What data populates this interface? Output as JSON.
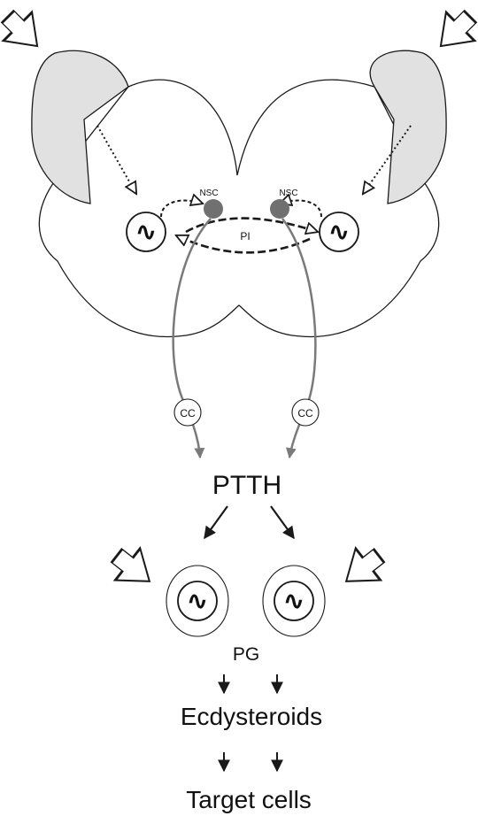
{
  "labels": {
    "nsc_left": "NSC",
    "nsc_right": "NSC",
    "pi": "PI",
    "cc_left": "CC",
    "cc_right": "CC",
    "ptth": "PTTH",
    "pg": "PG",
    "ecdysteroids": "Ecdysteroids",
    "target_cells": "Target cells"
  },
  "clock_glyph": "∿",
  "colors": {
    "outline": "#1a1a1a",
    "lobe_fill": "#e1e1e1",
    "nsc_fill": "#707070",
    "axon": "#7a7a7a"
  }
}
